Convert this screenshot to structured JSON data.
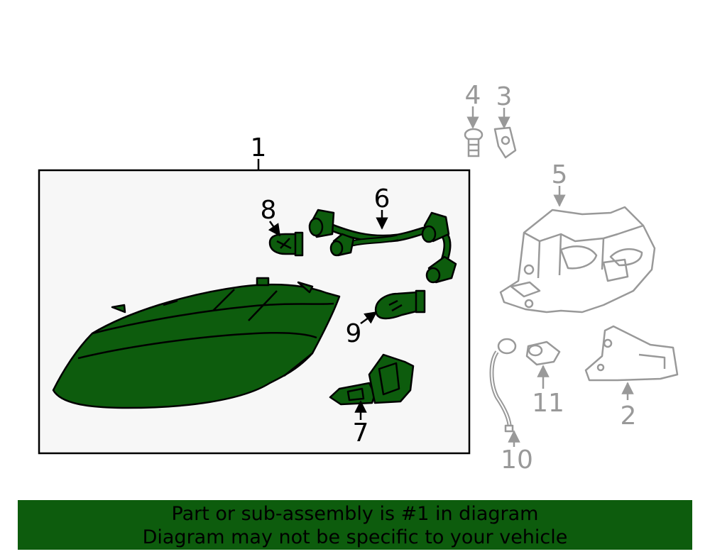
{
  "callouts": {
    "c1": "1",
    "c2": "2",
    "c3": "3",
    "c4": "4",
    "c5": "5",
    "c6": "6",
    "c7": "7",
    "c8": "8",
    "c9": "9",
    "c10": "10",
    "c11": "11"
  },
  "footer": {
    "line1": "Part or sub-assembly is #1 in diagram",
    "line2": "Diagram may not be specific to your vehicle"
  },
  "colors": {
    "highlight": "#0d5c0d",
    "grey": "#999999",
    "panel": "#f7f7f7"
  }
}
